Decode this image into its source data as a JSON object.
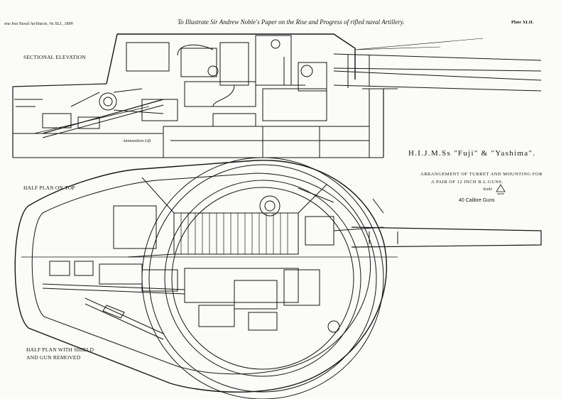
{
  "header": {
    "journal": "nne Inst Naval Architects, Vo XLI., 1899",
    "caption": "To Illustrate Sir Andrew Noble's Paper on the Rise and Progress of rifled naval Artillery.",
    "plate": "Plate XLII."
  },
  "labels": {
    "elevation": "SECTIONAL ELEVATION",
    "half_plan_top": "HALF PLAN ON TOP",
    "half_plan_removed_line1": "HALF PLAN WITH SHIELD",
    "half_plan_removed_line2": "AND GUN REMOVED",
    "ammunition_lift": "Ammunition Lift"
  },
  "title_block": {
    "ships": "H.I.J.M.Ss \"Fuji\" & \"Yashima\".",
    "line1": "ARRANGEMENT OF TURRET AND MOUNTING FOR",
    "line2": "A PAIR OF 12 INCH B.L.GUNS.",
    "scale": "Scale",
    "calibre": "40 Calibre Guns"
  },
  "colors": {
    "ink": "#151515",
    "paper": "#fbfbf9"
  }
}
